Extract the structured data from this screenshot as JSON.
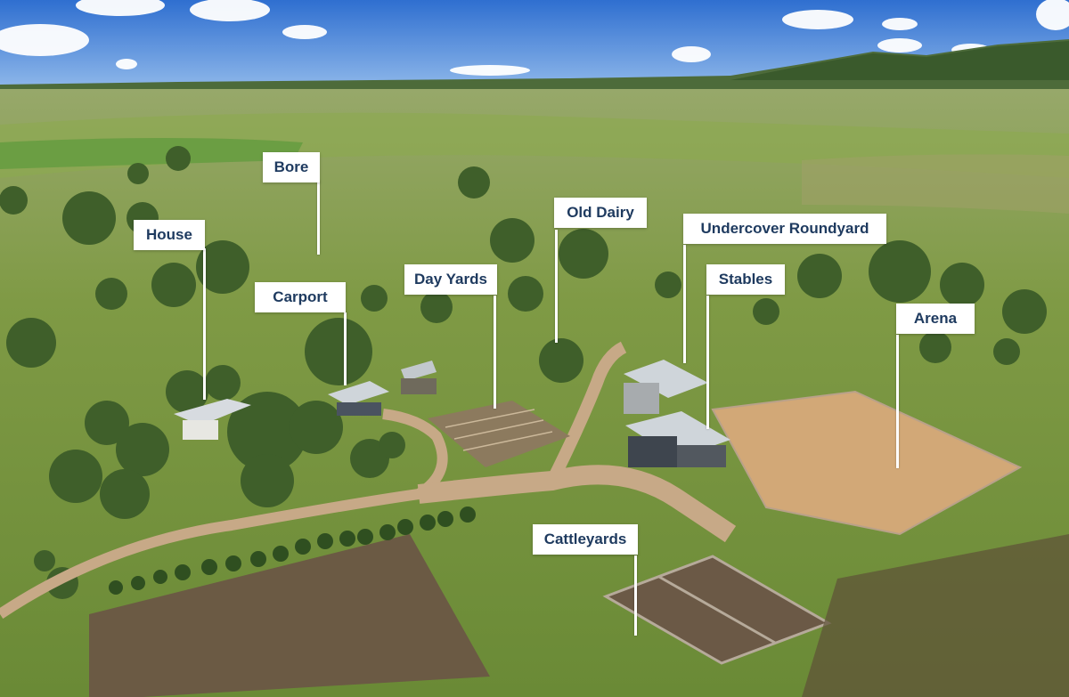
{
  "labels": {
    "bore": "Bore",
    "house": "House",
    "carport": "Carport",
    "day_yards": "Day Yards",
    "old_dairy": "Old Dairy",
    "undercover_roundyard": "Undercover Roundyard",
    "stables": "Stables",
    "arena": "Arena",
    "cattleyards": "Cattleyards"
  },
  "colors": {
    "sky": "#3f7fd6",
    "label_background": "#ffffff",
    "label_text": "#1e3a5f",
    "pasture": "#86a04a",
    "arena_sand": "#d2a877",
    "roof": "#cfd5da"
  }
}
